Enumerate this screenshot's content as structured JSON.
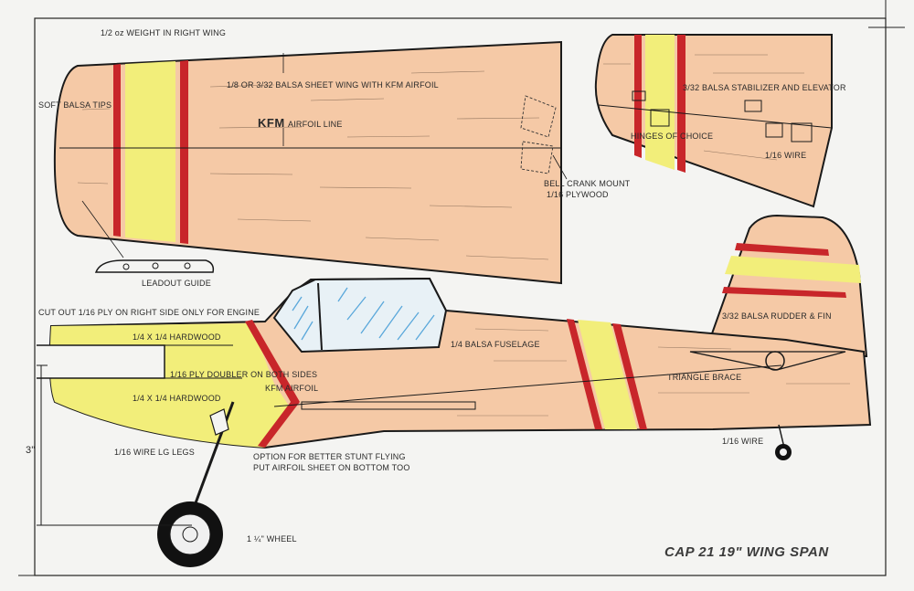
{
  "title": "CAP 21 19\" WING SPAN",
  "labels": {
    "weight": "1/2 oz WEIGHT IN RIGHT WING",
    "wing_sheet": "1/8 OR 3/32 BALSA SHEET WING WITH KFM AIRFOIL",
    "soft_tips": "SOFT BALSA TIPS",
    "kfm": "KFM",
    "airfoil_line": "AIRFOIL LINE",
    "bell_crank": "BELL CRANK MOUNT",
    "plywood": "1/16 PLYWOOD",
    "stabilizer": "3/32 BALSA STABILIZER AND ELEVATOR",
    "hinges": "HINGES OF CHOICE",
    "wire_stab": "1/16 WIRE",
    "leadout": "LEADOUT GUIDE",
    "cutout": "CUT OUT 1/16 PLY ON RIGHT SIDE ONLY FOR ENGINE",
    "hardwood_top": "1/4 X 1/4 HARDWOOD",
    "doubler": "1/16 PLY DOUBLER ON BOTH SIDES",
    "kfm_airfoil": "KFM AIRFOIL",
    "hardwood_bottom": "1/4 X 1/4 HARDWOOD",
    "fuselage": "1/4 BALSA FUSELAGE",
    "rudder": "3/32 BALSA RUDDER & FIN",
    "triangle": "TRIANGLE BRACE",
    "wire_tail": "1/16 WIRE",
    "wire_lg": "1/16 WIRE LG LEGS",
    "option_1": "OPTION FOR BETTER STUNT FLYING",
    "option_2": "PUT AIRFOIL SHEET ON BOTTOM TOO",
    "wheel": "1 ¼\" WHEEL",
    "dimension": "3\""
  },
  "colors": {
    "balsa": "#f5c9a6",
    "yellow": "#f2ee7a",
    "red": "#c8262a",
    "outline": "#1a1a1a",
    "glass": "#4aa0d8",
    "background": "#f4f4f2"
  }
}
